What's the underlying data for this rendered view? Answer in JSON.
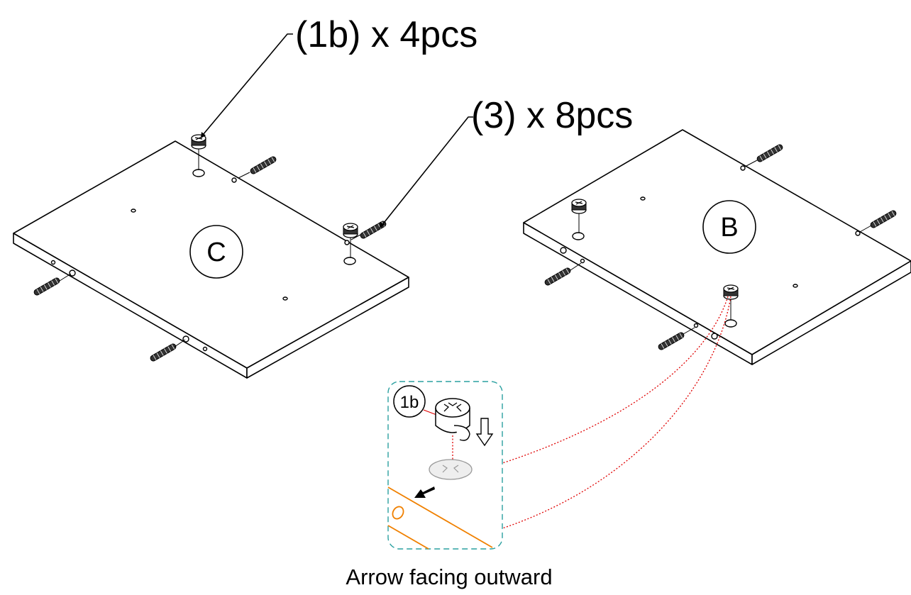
{
  "callouts": {
    "cam_lock": "(1b) x 4pcs",
    "dowel": "(3) x 8pcs"
  },
  "panels": {
    "left": "C",
    "right": "B"
  },
  "detail": {
    "part_id": "1b",
    "caption": "Arrow facing outward"
  },
  "colors": {
    "line": "#000000",
    "guide_dotted": "#e00000",
    "panel_edge_detail": "#f08000",
    "detail_frame": "#2aa0a0"
  }
}
